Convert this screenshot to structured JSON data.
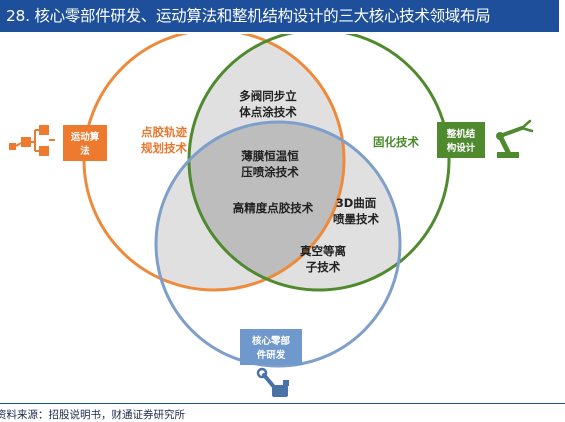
{
  "title": "28. 核心零部件研发、运动算法和整机结构设计的三大核心技术领域布局",
  "source": "资料来源：招股说明书，财通证券研究所",
  "boxes": {
    "motion": {
      "lines": [
        "运动算",
        "法"
      ],
      "color": "#ee7a30"
    },
    "machine": {
      "lines": [
        "整机结",
        "构设计"
      ],
      "color": "#4f8a2f"
    },
    "core": {
      "lines": [
        "核心零部",
        "件研发"
      ],
      "color": "#6f99cc"
    }
  },
  "labels": {
    "dispense_path": [
      "点胶轨迹",
      "规划技术"
    ],
    "curing": [
      "固化技术"
    ],
    "multi_valve": [
      "多阀同步立",
      "体点涂技术"
    ],
    "thin_film": [
      "薄膜恒温恒",
      "压喷涂技术"
    ],
    "precision": [
      "高精度点胶技术"
    ],
    "inkjet_3d": [
      "3D曲面",
      "喷墨技术"
    ],
    "vacuum": [
      "真空等离",
      "子技术"
    ]
  },
  "colors": {
    "orange": "#e8772e",
    "green": "#4a8a2b",
    "blue": "#7f9fcb",
    "title_bg": "#1d4f9a"
  },
  "icons": [
    "flowchart-icon",
    "robot-arm-icon",
    "wrench-tool-icon"
  ]
}
